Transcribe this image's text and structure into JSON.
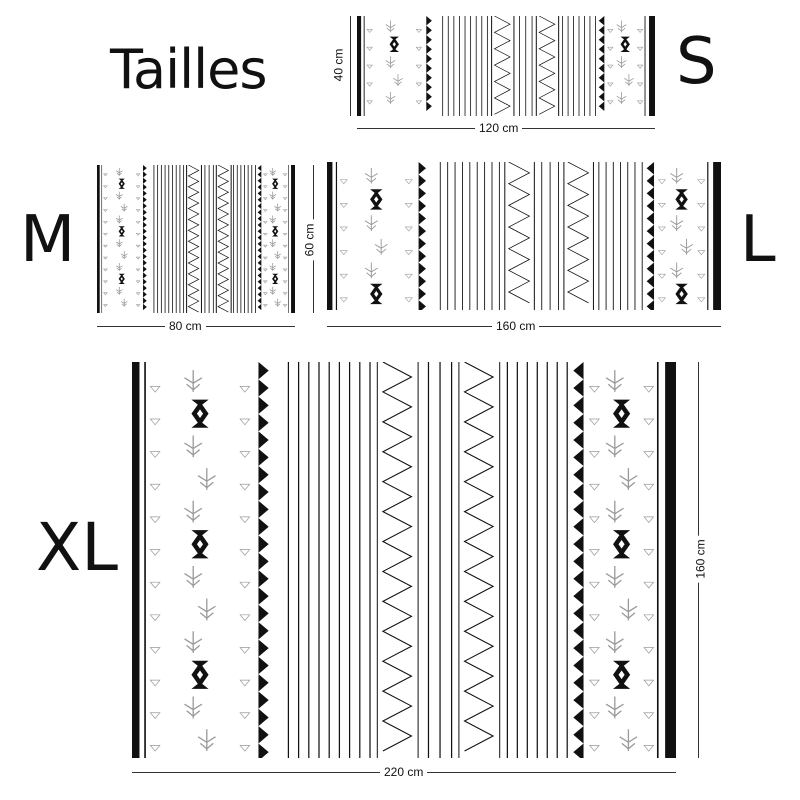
{
  "title": "Tailles",
  "sizes": {
    "s": {
      "letter": "S",
      "width_label": "120 cm",
      "height_label": "40 cm"
    },
    "m": {
      "letter": "M",
      "width_label": "80 cm"
    },
    "l": {
      "letter": "L",
      "width_label": "160 cm",
      "height_label": "60 cm"
    },
    "xl": {
      "letter": "XL",
      "width_label": "220 cm",
      "height_label": "160 cm"
    }
  },
  "colors": {
    "ink": "#111111",
    "pattern_gray": "#9a9a9a",
    "background": "#ffffff"
  }
}
